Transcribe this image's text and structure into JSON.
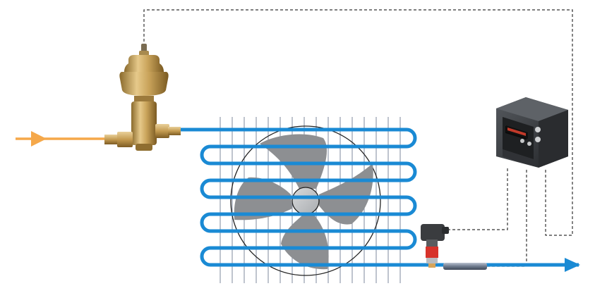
{
  "diagram": {
    "components": [
      {
        "id": "expansion-valve",
        "icon": "brass-expansion-valve-icon"
      },
      {
        "id": "evaporator",
        "icon": "finned-coil-evaporator-icon"
      },
      {
        "id": "fan",
        "icon": "axial-fan-icon"
      },
      {
        "id": "controller",
        "icon": "din-rail-controller-icon"
      },
      {
        "id": "pressure-transmitter",
        "icon": "pressure-transmitter-icon"
      },
      {
        "id": "temperature-sensor",
        "icon": "temperature-sensor-icon"
      }
    ],
    "colors": {
      "inlet_line": "#f5a84a",
      "refrigerant_pipe": "#1a8ad4",
      "fins": "#8a93a6",
      "fan_blade": "#8d8f92",
      "signal_wire": "#333333",
      "brass": "#c8a25c",
      "controller_body": "#3b3e42"
    }
  }
}
